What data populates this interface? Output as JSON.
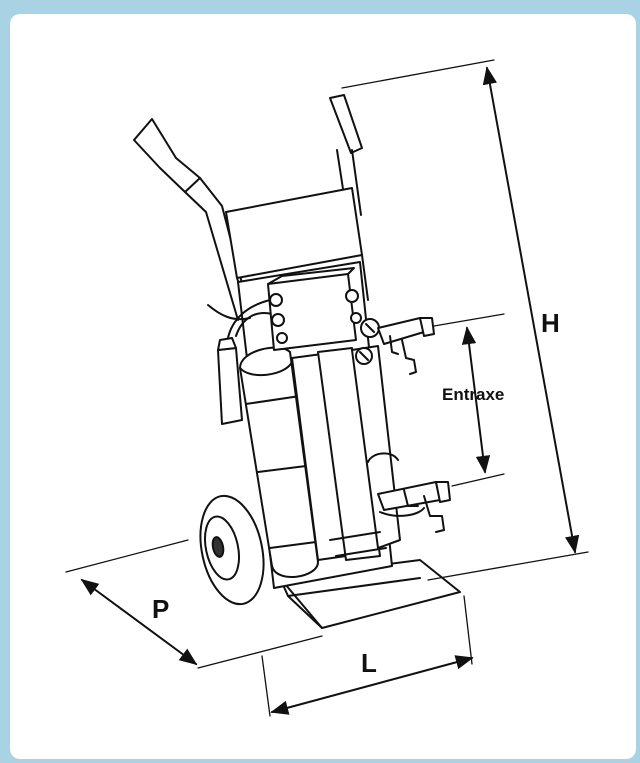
{
  "colors": {
    "frame": "#a9d3e4",
    "panel": "#ffffff",
    "ink": "#111111"
  },
  "labels": {
    "height": "H",
    "depth": "P",
    "width": "L",
    "center_distance": "Entraxe"
  }
}
